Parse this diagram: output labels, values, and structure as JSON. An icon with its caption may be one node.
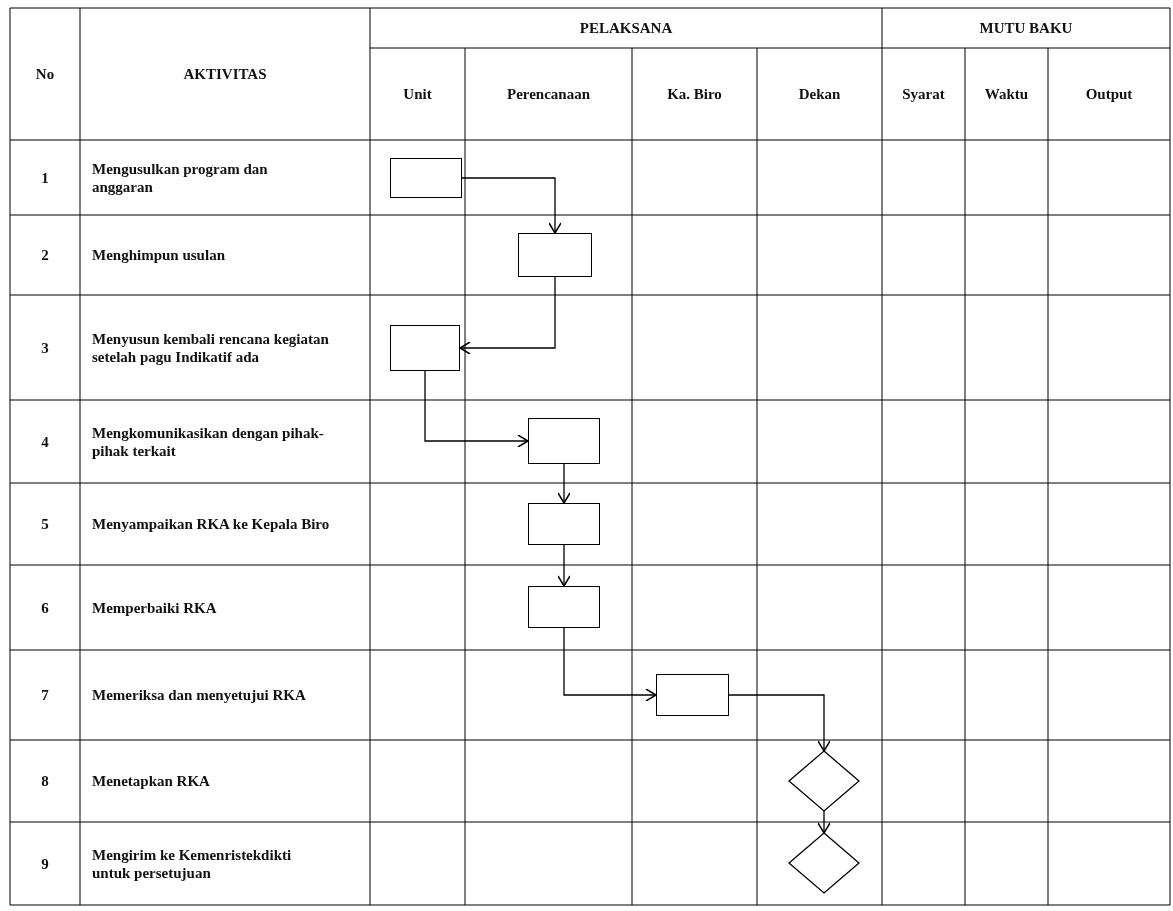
{
  "diagram": {
    "nodes": [
      {
        "text": [],
        "shape": "box"
      },
      {
        "text": [],
        "shape": "box"
      },
      {
        "text": [],
        "shape": "box"
      },
      {
        "text": [],
        "shape": "box"
      },
      {
        "text": [],
        "shape": "box"
      },
      {
        "text": [],
        "shape": "box"
      },
      {
        "text": [],
        "shape": "box"
      },
      {
        "text": [],
        "shape": "diamond"
      },
      {
        "text": [],
        "shape": "diamond"
      }
    ],
    "edges": [
      {
        "from": 0,
        "to": 1,
        "arrow": "to"
      },
      {
        "from": 1,
        "to": 2,
        "arrow": "to"
      },
      {
        "from": 2,
        "to": 3,
        "arrow": "to"
      },
      {
        "from": 3,
        "to": 4,
        "arrow": "to"
      },
      {
        "from": 4,
        "to": 5,
        "arrow": "to"
      },
      {
        "from": 5,
        "to": 6,
        "arrow": "to"
      },
      {
        "from": 6,
        "to": 7,
        "arrow": "to"
      },
      {
        "from": 7,
        "to": 8,
        "arrow": "to"
      }
    ],
    "labels": [
      "No",
      "AKTIVITAS",
      "PELAKSANA",
      "MUTU BAKU",
      "Unit",
      "Perencanaan",
      "Ka. Biro",
      "Dekan",
      "Syarat",
      "Waktu",
      "Output",
      "1",
      "Mengusulkan program dan anggaran",
      "2",
      "Menghimpun usulan",
      "3",
      "Menyusun kembali rencana kegiatan setelah pagu Indikatif ada",
      "4",
      "Mengkomunikasikan dengan pihak-pihak terkait",
      "5",
      "Menyampaikan RKA ke Kepala Biro",
      "6",
      "Memperbaiki RKA",
      "7",
      "Memeriksa dan menyetujui RKA",
      "8",
      "Menetapkan RKA",
      "9",
      "Mengirim ke Kemenristekdikti untuk persetujuan"
    ]
  }
}
